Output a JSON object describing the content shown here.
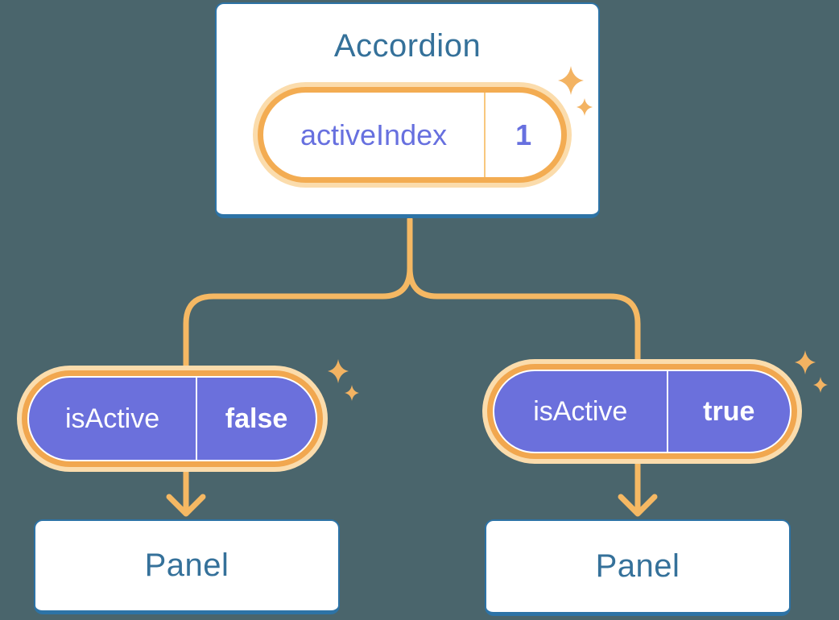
{
  "diagram_type": "react-component-tree",
  "root": {
    "name": "Accordion",
    "state_pill": {
      "label": "activeIndex",
      "value": "1"
    }
  },
  "children": [
    {
      "prop_pill": {
        "label": "isActive",
        "value": "false"
      },
      "component": "Panel"
    },
    {
      "prop_pill": {
        "label": "isActive",
        "value": "true"
      },
      "component": "Panel"
    }
  ],
  "icons": {
    "sparkle": "four-point-star-sparkle"
  },
  "colors": {
    "bg": "#4A656C",
    "card-border": "#2D73A6",
    "title-blue": "#35719A",
    "purple": "#6B70DC",
    "purple-text": "#6770DF",
    "ring-orange": "#F1A74F",
    "ring-orange-light": "#F3AC52",
    "line-orange": "#F5B863",
    "sparkle-orange": "#F3B362",
    "peach": "#FBDCAC",
    "divider-light": "#F8C87E"
  }
}
